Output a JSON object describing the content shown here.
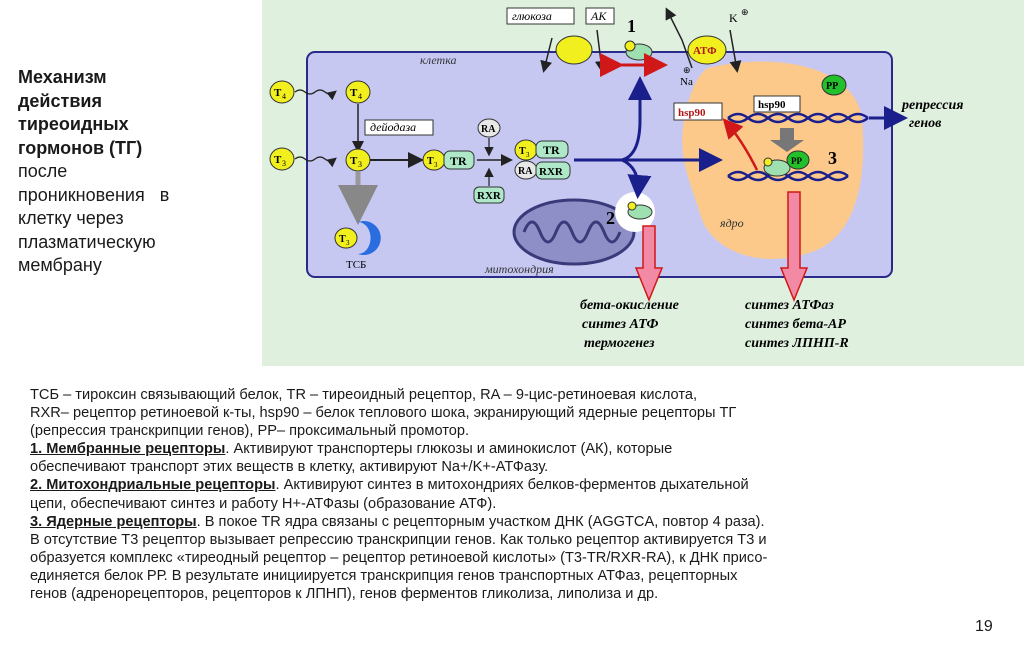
{
  "side_title": {
    "bold_lines": [
      "Механизм",
      "действия",
      "тиреоидных",
      "гормонов (ТГ)"
    ],
    "regular_lines": [
      "после",
      "проникновения   в",
      "клетку через",
      "плазматическую",
      "мембрану"
    ]
  },
  "diagram": {
    "glucose": "глюкоза",
    "ak": "АК",
    "k_plus": "K",
    "na_plus": "Na",
    "atf": "АТФ",
    "num1": "1",
    "num2": "2",
    "num3": "3",
    "cell_label": "клетка",
    "t4": "T",
    "t4_sub": "4",
    "t3_sub": "3",
    "deiodase": "дейодаза",
    "tsb": "ТСБ",
    "tr": "TR",
    "ra": "RA",
    "rxr": "RXR",
    "hsp90": "hsp90",
    "pp": "PP",
    "nucleus_label": "ядро",
    "mito_label": "митохондрия",
    "repression": [
      "репрессия",
      "генов"
    ],
    "mito_outcomes": [
      "бета-окисление",
      "синтез АТФ",
      "термогенез"
    ],
    "nuclear_outcomes": [
      "синтез АТФаз",
      "синтез бета-АР",
      "синтез ЛПНП-R"
    ]
  },
  "legend": {
    "line1": "ТСБ – тироксин связывающий белок, TR – тиреоидный рецептор, RA – 9-цис-ретиноевая кислота,",
    "line2": "RXR– рецептор ретиноевой к-ты, hsp90 – белок теплового шока, экранирующий ядерные рецепторы ТГ",
    "line3": "(репрессия транскрипции генов), PP– проксимальный промотор.",
    "s1_head": "1. Мембранные рецепторы",
    "s1_text": ". Активируют транспортеры глюкозы и аминокислот (АК), которые",
    "s1_line2": "обеспечивают транспорт этих веществ в клетку, активируют Na+/K+-АТФазу.",
    "s2_head": "2. Митохондриальные рецепторы",
    "s2_text": ". Активируют синтез в митохондриях белков-ферментов дыхательной",
    "s2_line2": "цепи, обеспечивают синтез и работу H+-АТФазы (образование АТФ).",
    "s3_head": "3. Ядерные рецепторы",
    "s3_text": ". В покое TR ядра связаны с рецепторным участком ДНК (AGGTCA, повтор 4 раза).",
    "s3_line2": "В отсутствие Т3 рецептор вызывает репрессию транскрипции генов. Как только рецептор активируется Т3 и",
    "s3_line3": "образуется комплекс «тиреодный рецептор – рецептор ретиноевой кислоты» (Т3-TR/RXR-RA), к ДНК присо-",
    "s3_line4": "единяется белок РР. В результате  инициируется транскрипция генов транспортных АТФаз, рецепторных",
    "s3_line5": "генов (адренорецепторов, рецепторов к ЛПНП), генов ферментов гликолиза, липолиза и др."
  },
  "page_number": "19"
}
